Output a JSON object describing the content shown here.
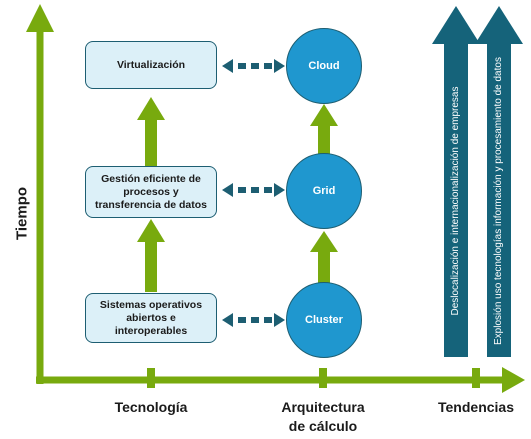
{
  "y_axis_label": "Tiempo",
  "x_axis": {
    "categories": [
      "Tecnología",
      "Arquitectura\nde cálculo",
      "Tendencias"
    ]
  },
  "technology_boxes": [
    "Virtualización",
    "Gestión eficiente de procesos y transferencia de datos",
    "Sistemas operativos abiertos e interoperables"
  ],
  "architecture_nodes": [
    "Cloud",
    "Grid",
    "Cluster"
  ],
  "trends": [
    "Deslocalización e internacionalización de empresas",
    "Explosión uso tecnologías información y procesamiento de datos"
  ],
  "colors": {
    "axis_green": "#78aa0e",
    "box_fill": "#dcf0f8",
    "box_border": "#1d5e72",
    "circle_fill": "#1f97cf",
    "dashed_arrow": "#1d5e72",
    "trend_arrow": "#15637a"
  }
}
